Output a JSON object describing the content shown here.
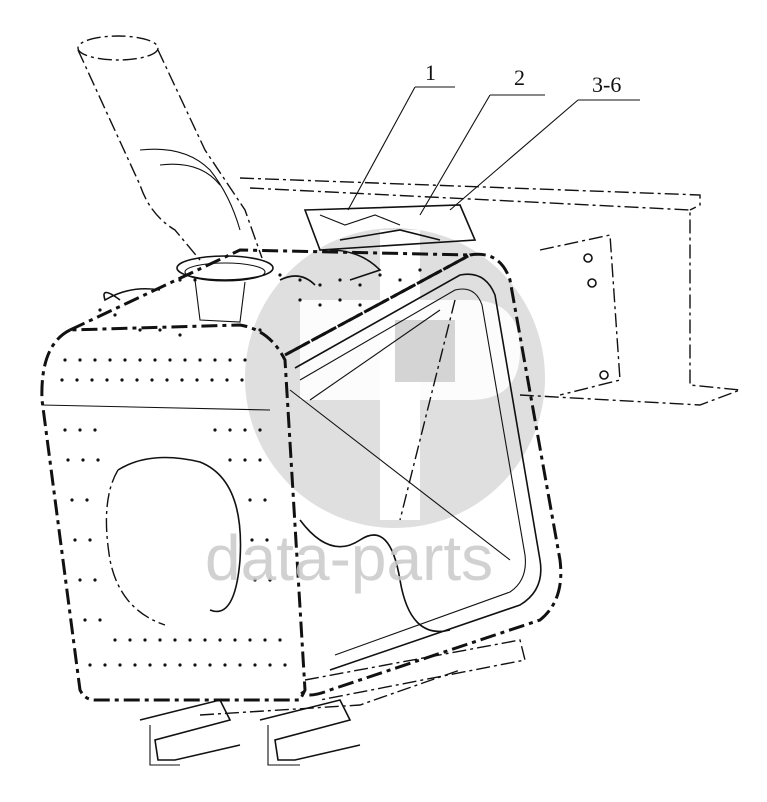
{
  "callouts": [
    {
      "label": "1"
    },
    {
      "label": "2"
    },
    {
      "label": "3-6"
    }
  ],
  "watermark": {
    "text": "data-parts",
    "color": "#c9c9c9"
  },
  "colors": {
    "line": "#111111",
    "background": "#ffffff"
  }
}
